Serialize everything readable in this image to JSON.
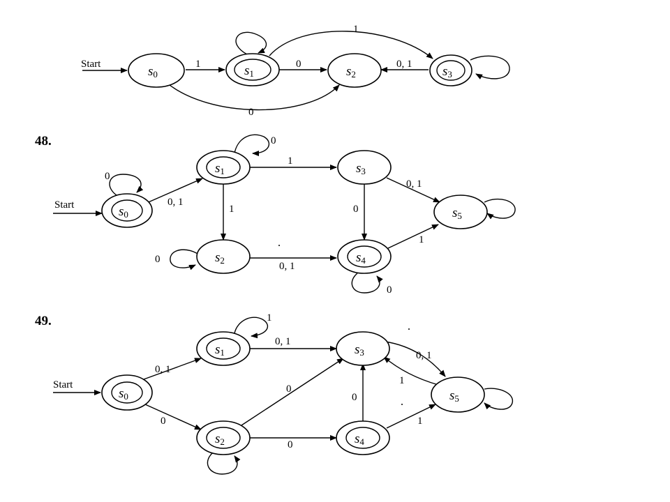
{
  "start_label": "Start",
  "problems": [
    {
      "number": "",
      "states": [
        {
          "letter": "s",
          "sub": "0",
          "final": false
        },
        {
          "letter": "s",
          "sub": "1",
          "final": true
        },
        {
          "letter": "s",
          "sub": "2",
          "final": false
        },
        {
          "letter": "s",
          "sub": "3",
          "final": true
        }
      ],
      "edge_labels": [
        "1",
        "0",
        "1",
        "0, 1",
        "0"
      ]
    },
    {
      "number": "48.",
      "states": [
        {
          "letter": "s",
          "sub": "0",
          "final": true
        },
        {
          "letter": "s",
          "sub": "1",
          "final": true
        },
        {
          "letter": "s",
          "sub": "2",
          "final": false
        },
        {
          "letter": "s",
          "sub": "3",
          "final": false
        },
        {
          "letter": "s",
          "sub": "4",
          "final": true
        },
        {
          "letter": "s",
          "sub": "5",
          "final": false
        }
      ],
      "edge_labels": [
        "0",
        "0",
        "0, 1",
        "1",
        "1",
        "0",
        "0, 1",
        "0, 1",
        "1",
        "0"
      ]
    },
    {
      "number": "49.",
      "states": [
        {
          "letter": "s",
          "sub": "0",
          "final": true
        },
        {
          "letter": "s",
          "sub": "1",
          "final": true
        },
        {
          "letter": "s",
          "sub": "2",
          "final": true
        },
        {
          "letter": "s",
          "sub": "3",
          "final": false
        },
        {
          "letter": "s",
          "sub": "4",
          "final": true
        },
        {
          "letter": "s",
          "sub": "5",
          "final": false
        }
      ],
      "edge_labels": [
        "1",
        "0, 1",
        "0",
        "0, 1",
        "0",
        "0",
        "0",
        "0, 1",
        "1",
        "1"
      ]
    }
  ]
}
